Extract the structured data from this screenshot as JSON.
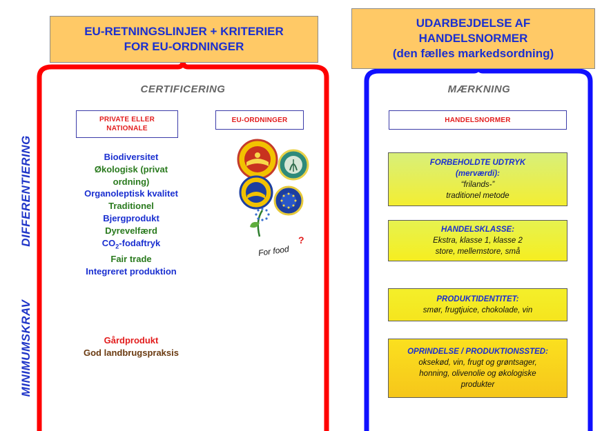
{
  "side_labels": {
    "differentiering": "DIFFERENTIERING",
    "minimumskrav": "MINIMUMSKRAV"
  },
  "left_header": {
    "line1": "EU-RETNINGSLINJER + KRITERIER",
    "line2": "FOR EU-ORDNINGER"
  },
  "right_header": {
    "line1": "UDARBEJDELSE AF",
    "line2": "HANDELSNORMER",
    "line3": "(den fælles markedsordning)"
  },
  "left_column": {
    "title": "CERTIFICERING",
    "private_box": {
      "line1": "PRIVATE ELLER",
      "line2": "NATIONALE"
    },
    "eu_box": "EU-ORDNINGER",
    "criteria": [
      {
        "text": "Biodiversitet",
        "color": "blue"
      },
      {
        "text": "Økologisk (privat",
        "color": "green"
      },
      {
        "text": "ordning)",
        "color": "green"
      },
      {
        "text": "Organoleptisk kvalitet",
        "color": "blue"
      },
      {
        "text": "Traditionel",
        "color": "green"
      },
      {
        "text": "Bjergprodukt",
        "color": "blue"
      },
      {
        "text": "Dyrevelfærd",
        "color": "green"
      },
      {
        "text_pre": "CO",
        "text_sub": "2",
        "text_post": "-fodaftryk",
        "color": "blue"
      },
      {
        "text": "Fair trade",
        "color": "green"
      },
      {
        "text": "Integreret produktion",
        "color": "blue"
      }
    ],
    "minimum": {
      "item1": "Gårdprodukt",
      "item2": "God landbrugspraksis"
    },
    "logo_caption": "For food",
    "logo_question": "?",
    "logos": [
      "pdo-seal-icon",
      "pgi-seal-icon",
      "tsg-seal-icon",
      "eu-stars-seal-icon",
      "eu-organic-leaf-icon"
    ]
  },
  "right_column": {
    "title": "MÆRKNING",
    "handelsnormer_box": "HANDELSNORMER",
    "boxes": [
      {
        "head": "FORBEHOLDTE UDTRYK",
        "lines": [
          "(merværdi):",
          "“frilands-”",
          "traditionel metode"
        ]
      },
      {
        "head": "HANDELSKLASSE:",
        "lines": [
          "Ekstra, klasse 1, klasse 2",
          "store, mellemstore, små"
        ]
      },
      {
        "head": "PRODUKTIDENTITET:",
        "lines": [
          "smør, frugtjuice, chokolade, vin"
        ]
      },
      {
        "head": "OPRINDELSE / PRODUKTIONSSTED:",
        "lines": [
          "oksekød, vin, frugt og grøntsager,",
          "honning, olivenolie og økologiske",
          "produkter"
        ]
      }
    ]
  },
  "colors": {
    "left_bracket": "#ff0000",
    "right_bracket": "#1010ff",
    "header_fill": "#ffc966",
    "heading_blue": "#1a2fd0"
  }
}
